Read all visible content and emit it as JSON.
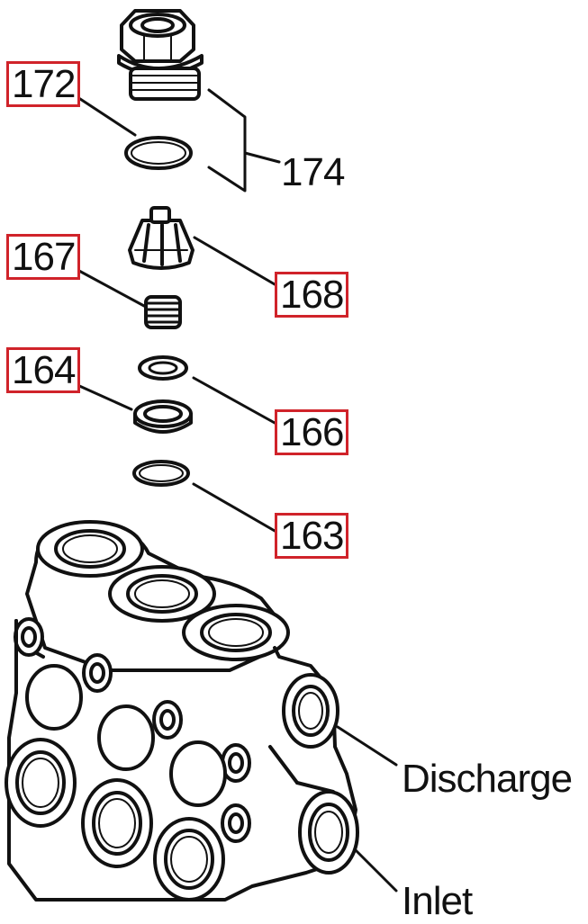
{
  "parts": {
    "p172": "172",
    "p174": "174",
    "p167": "167",
    "p168": "168",
    "p164": "164",
    "p166": "166",
    "p163": "163"
  },
  "ports": {
    "discharge": "Discharge",
    "inlet": "Inlet"
  },
  "colors": {
    "highlight_box": "#d0232a",
    "line": "#111111"
  }
}
